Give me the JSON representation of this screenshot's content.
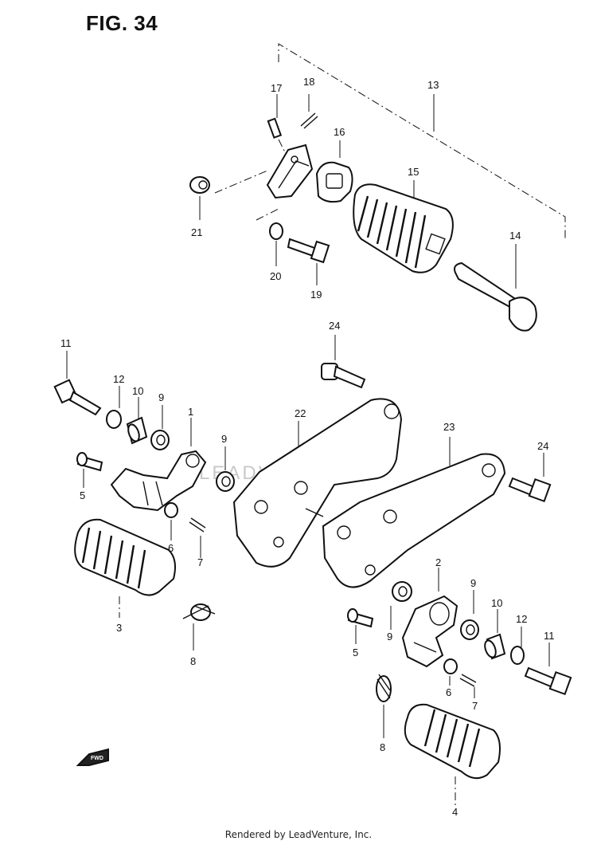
{
  "figure": {
    "title": "FIG. 34"
  },
  "watermark": "LEADVENTURE",
  "footer": "Rendered by LeadVenture, Inc.",
  "fwd_label": "FWD",
  "callouts": {
    "c1": "1",
    "c2": "2",
    "c3": "3",
    "c4": "4",
    "c5a": "5",
    "c5b": "5",
    "c6a": "6",
    "c6b": "6",
    "c7a": "7",
    "c7b": "7",
    "c8a": "8",
    "c8b": "8",
    "c9a": "9",
    "c9b": "9",
    "c9c": "9",
    "c9d": "9",
    "c10a": "10",
    "c10b": "10",
    "c11a": "11",
    "c11b": "11",
    "c12a": "12",
    "c12b": "12",
    "c13": "13",
    "c14": "14",
    "c15": "15",
    "c16": "16",
    "c17": "17",
    "c18": "18",
    "c19": "19",
    "c20": "20",
    "c21": "21",
    "c22": "22",
    "c23": "23",
    "c24a": "24",
    "c24b": "24"
  }
}
